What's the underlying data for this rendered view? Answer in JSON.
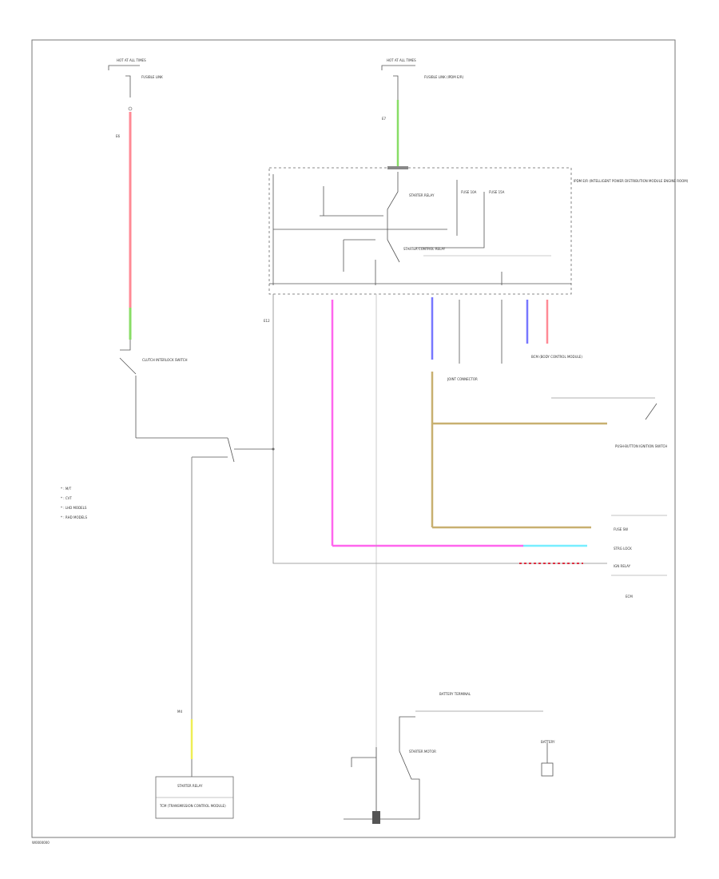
{
  "diagram": {
    "footer_code": "W0000000",
    "colors": {
      "wire_default": "#555555",
      "wire_red": "#ff8a95",
      "wire_green": "#88dd66",
      "wire_pink": "#ff66ee",
      "wire_blue": "#7777ff",
      "wire_tan": "#c8b070",
      "wire_cyan": "#77eeff",
      "wire_red_dark": "#dd3344",
      "wire_yellow": "#eeee55",
      "frame": "#666666"
    },
    "notes": {
      "legend_1": "* : M/T",
      "legend_2": "* : CVT",
      "legend_3": "* : LHD MODELS",
      "legend_4": "* : RHD MODELS"
    },
    "labels": {
      "top_left_src": "HOT AT ALL TIMES",
      "top_left_fuse": "FUSIBLE LINK",
      "top_mid_src": "HOT AT ALL TIMES",
      "top_mid_fuse": "FUSIBLE LINK (IPDM E/R)",
      "ipdm_title": "IPDM E/R (INTELLIGENT POWER DISTRIBUTION MODULE ENGINE ROOM)",
      "relay_starter_1": "STARTER RELAY",
      "relay_starter_2": "STARTER CONTROL RELAY",
      "fuse_a": "FUSE 10A",
      "fuse_b": "FUSE 15A",
      "clutch_switch": "CLUTCH INTERLOCK SWITCH",
      "tcm": "TCM (TRANSMISSION CONTROL MODULE)",
      "starter_relay_tcm": "STARTER RELAY",
      "starter_motor": "STARTER MOTOR",
      "battery_terminal": "BATTERY TERMINAL",
      "battery": "BATTERY",
      "bcm": "BCM (BODY CONTROL MODULE)",
      "joint_connector": "JOINT CONNECTOR",
      "push_switch": "PUSH-BUTTON IGNITION SWITCH",
      "ecm": "ECM",
      "row_1": "FUSE SW",
      "row_2": "STRG LOCK",
      "row_3": "IGN RELAY",
      "connector_a": "E6",
      "connector_b": "E7",
      "connector_c": "E12",
      "connector_d": "M4"
    }
  }
}
